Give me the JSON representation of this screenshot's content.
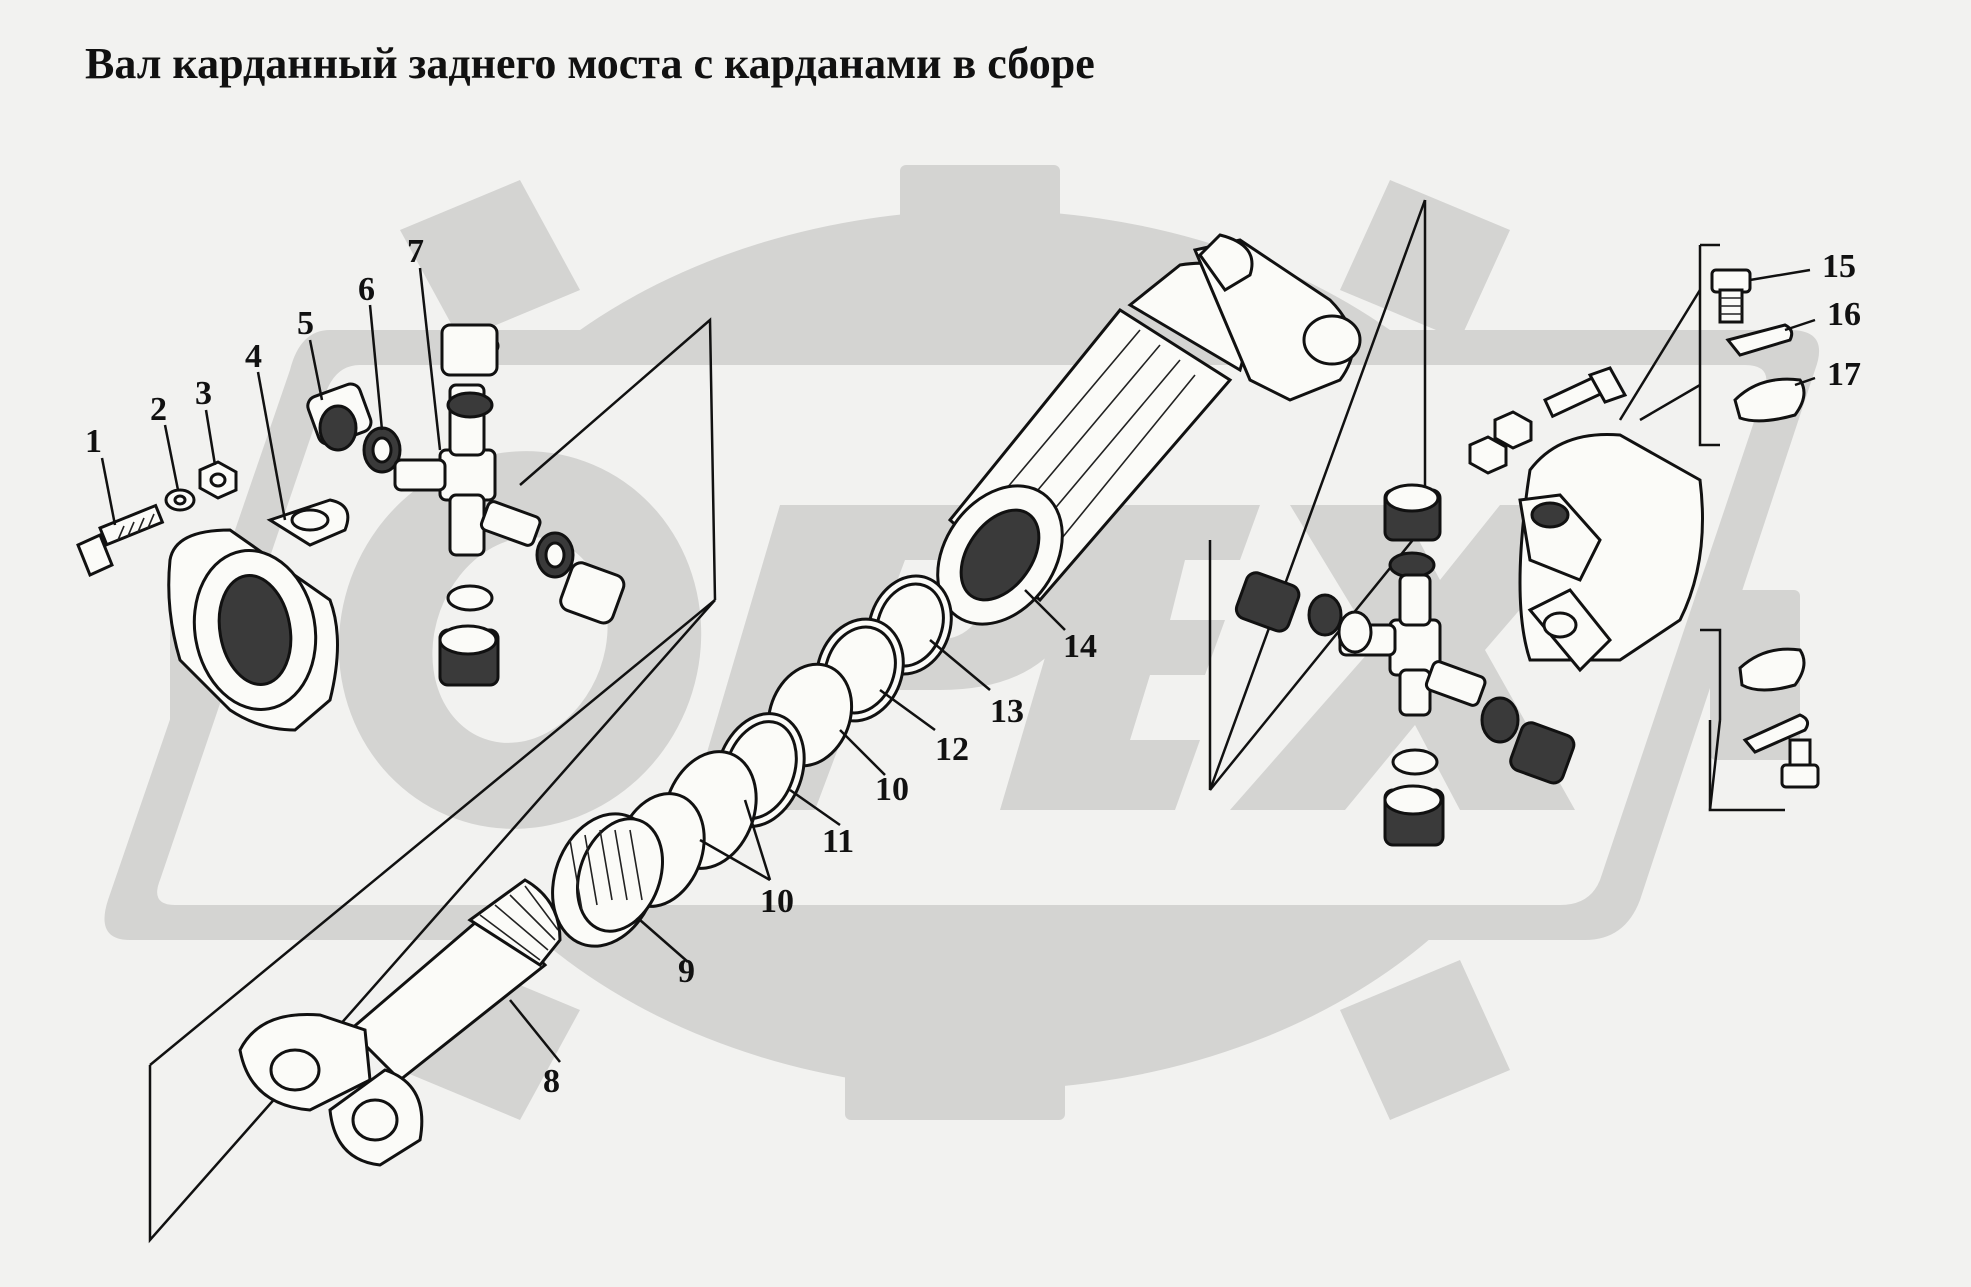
{
  "title": "Вал карданный заднего моста с карданами в сборе",
  "colors": {
    "watermark": "#d4d4d2",
    "background": "#f2f2f0",
    "ink": "#111111"
  },
  "watermark": {
    "text": "OPEX",
    "shape": "gear-logo"
  },
  "callouts": [
    {
      "number": "1",
      "part": "bolt"
    },
    {
      "number": "2",
      "part": "washer"
    },
    {
      "number": "3",
      "part": "nut"
    },
    {
      "number": "4",
      "part": "flange-yoke"
    },
    {
      "number": "5",
      "part": "needle-bearing-cup"
    },
    {
      "number": "6",
      "part": "seal"
    },
    {
      "number": "7",
      "part": "cross-spider"
    },
    {
      "number": "8",
      "part": "splined-shaft-yoke"
    },
    {
      "number": "9",
      "part": "boot"
    },
    {
      "number": "10",
      "part": "ring"
    },
    {
      "number": "11",
      "part": "ring"
    },
    {
      "number": "10",
      "part": "ring"
    },
    {
      "number": "12",
      "part": "ring"
    },
    {
      "number": "13",
      "part": "ring"
    },
    {
      "number": "14",
      "part": "shaft-tube"
    },
    {
      "number": "15",
      "part": "bolt"
    },
    {
      "number": "16",
      "part": "lock-plate"
    },
    {
      "number": "17",
      "part": "plate"
    }
  ]
}
